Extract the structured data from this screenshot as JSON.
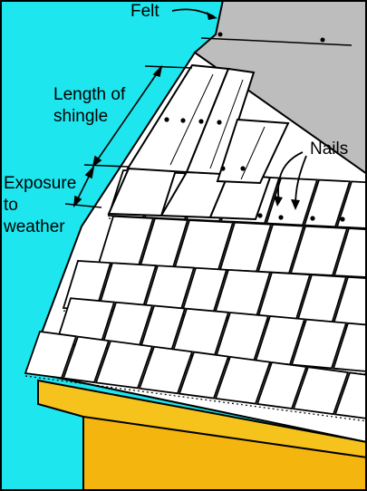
{
  "labels": {
    "felt": "Felt",
    "nails": "Nails",
    "length_line1": "Length of",
    "length_line2": "shingle",
    "exposure_line1": "Exposure",
    "exposure_line2": "to",
    "exposure_line3": "weather"
  },
  "colors": {
    "sky": "#1ee6ee",
    "felt": "#bdbdbd",
    "shingle": "#ffffff",
    "fascia": "#f6c21c",
    "wall": "#f5b50f",
    "outline": "#000000"
  }
}
